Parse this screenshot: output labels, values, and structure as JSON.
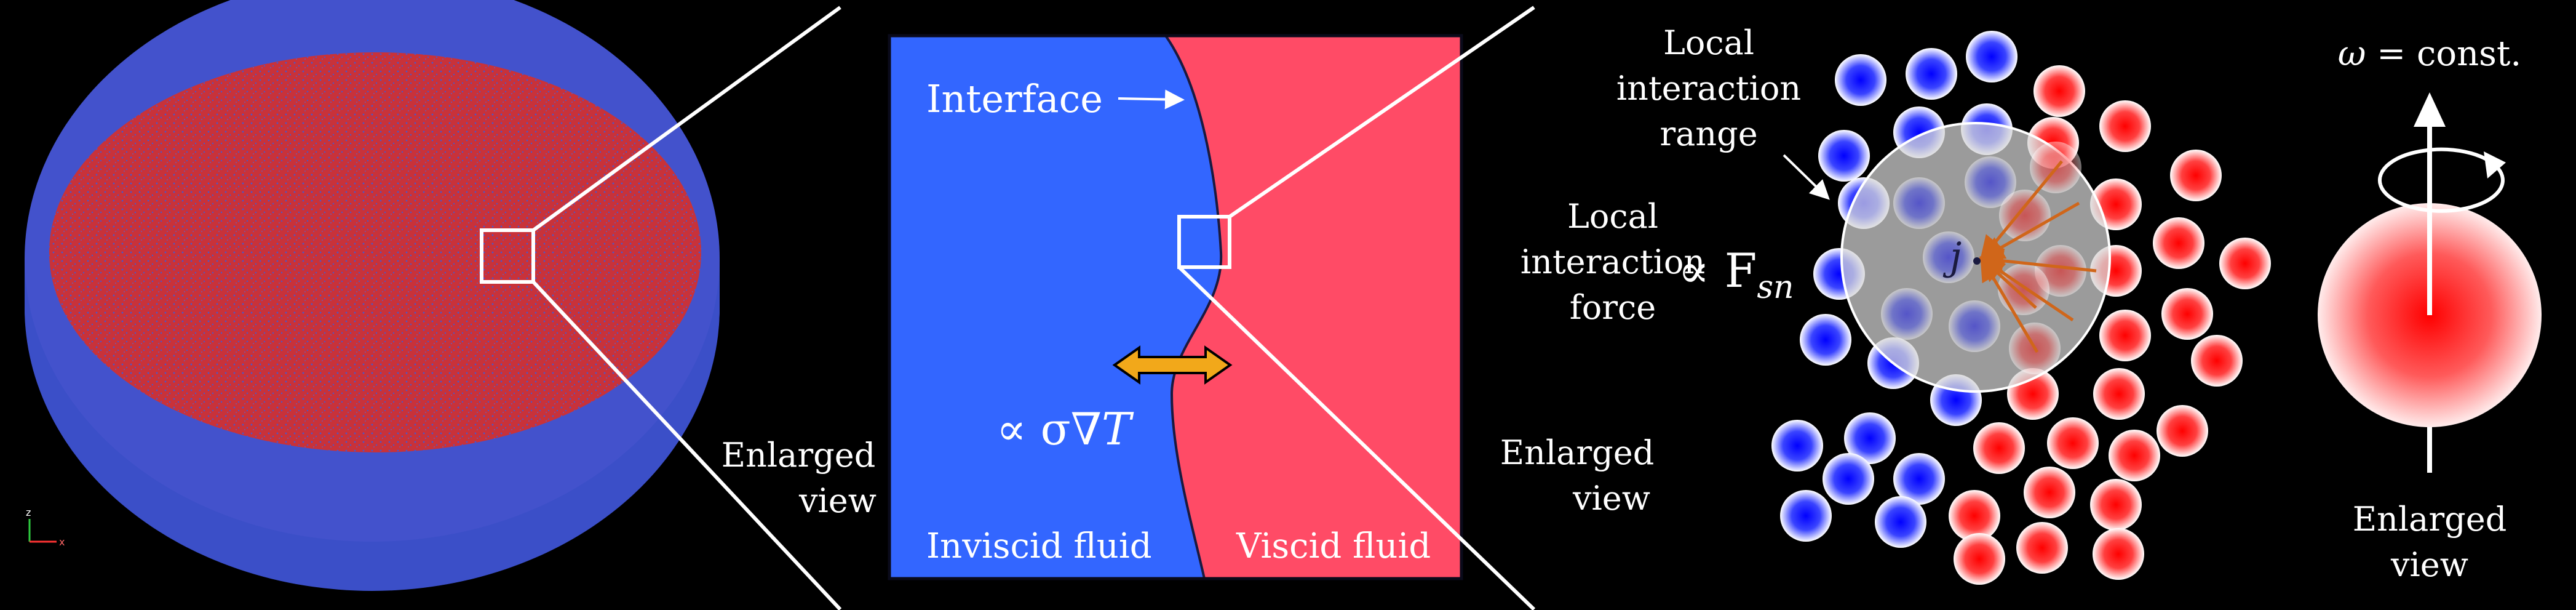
{
  "labels": {
    "interface": "Interface",
    "inviscid_fluid": "Inviscid fluid",
    "viscid_fluid": "Viscid fluid",
    "marangoni_prefix": "∝ σ",
    "marangoni_grad": "∇",
    "marangoni_T": "T",
    "enlarged_view_1_line1": "Enlarged",
    "enlarged_view_1_line2": "view",
    "enlarged_view_2_line1": "Enlarged",
    "enlarged_view_2_line2": "view",
    "enlarged_view_3_line1": "Enlarged",
    "enlarged_view_3_line2": "view",
    "local_range_line1": "Local",
    "local_range_line2": "interaction",
    "local_range_line3": "range",
    "local_force_line1": "Local",
    "local_force_line2": "interaction",
    "local_force_line3": "force",
    "force_prefix": "∝ F",
    "force_sub": "sn",
    "particle_j": "j",
    "omega": "ω",
    "omega_const": " = const.",
    "axis_z": "z",
    "axis_x": "x"
  },
  "colors": {
    "inviscid_blue": "#3366ff",
    "viscid_red": "#ff4b66",
    "disk_blue": "#3b4fc8",
    "disk_red": "#c8323a",
    "arrow_orange": "#d0661a",
    "double_arrow": "#f2a81a"
  }
}
